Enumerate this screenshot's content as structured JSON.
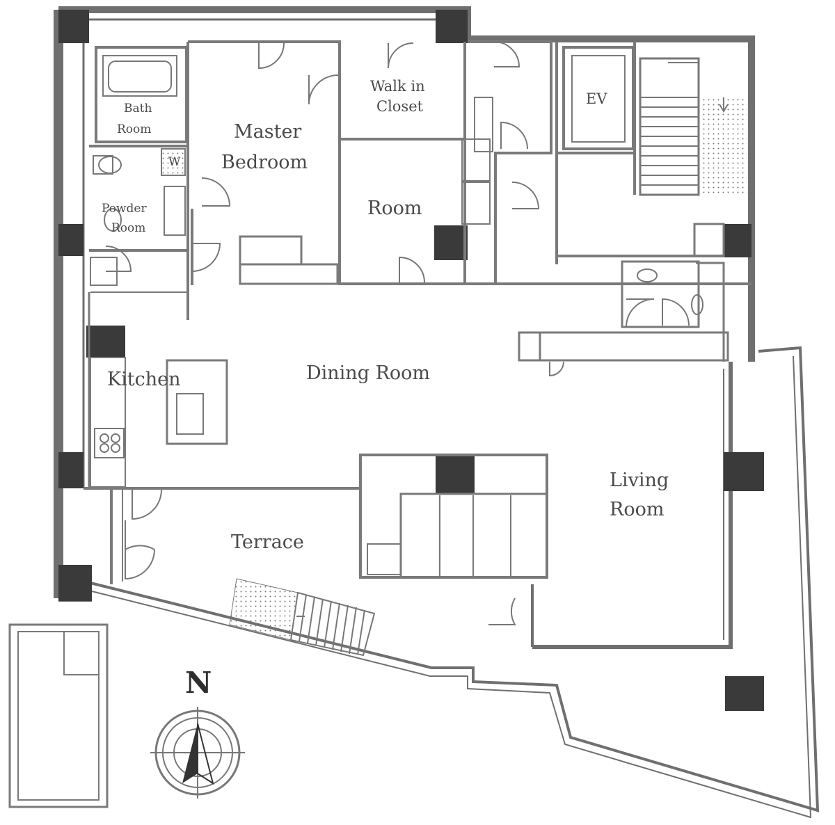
{
  "plan": {
    "rooms": {
      "master_bedroom": [
        "Master",
        "Bedroom"
      ],
      "walk_in_closet": [
        "Walk in",
        "Closet"
      ],
      "bath_room": [
        "Bath",
        "Room"
      ],
      "powder_room": [
        "Powder",
        "Room"
      ],
      "washer": "W",
      "room": "Room",
      "ev": "EV",
      "kitchen": "Kitchen",
      "dining_room": "Dining Room",
      "living_room": [
        "Living",
        "Room"
      ],
      "terrace": "Terrace"
    },
    "compass": {
      "north": "N"
    }
  },
  "colors": {
    "wall": "#6f6f6f",
    "column": "#3a3a3a",
    "line": "#8a8a8a",
    "background": "#ffffff"
  }
}
